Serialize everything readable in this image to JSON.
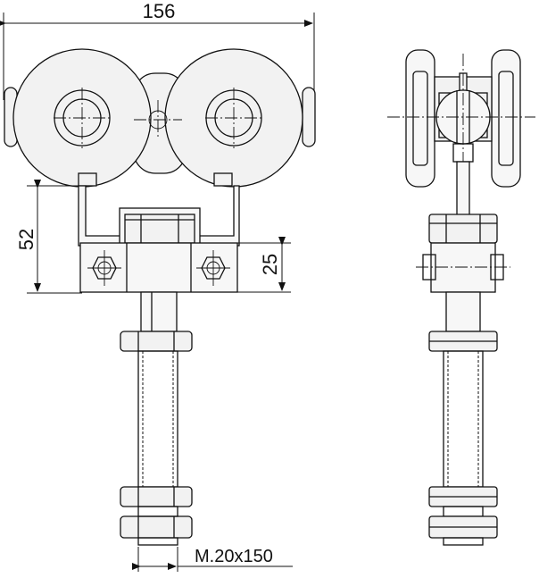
{
  "drawing": {
    "dimensions": {
      "overall_width": "156",
      "total_height": "52",
      "plate_height": "25",
      "bolt_spec": "M.20x150"
    },
    "colors": {
      "line": "#111111",
      "part_fill": "#f2f2f2",
      "background": "#ffffff"
    }
  }
}
